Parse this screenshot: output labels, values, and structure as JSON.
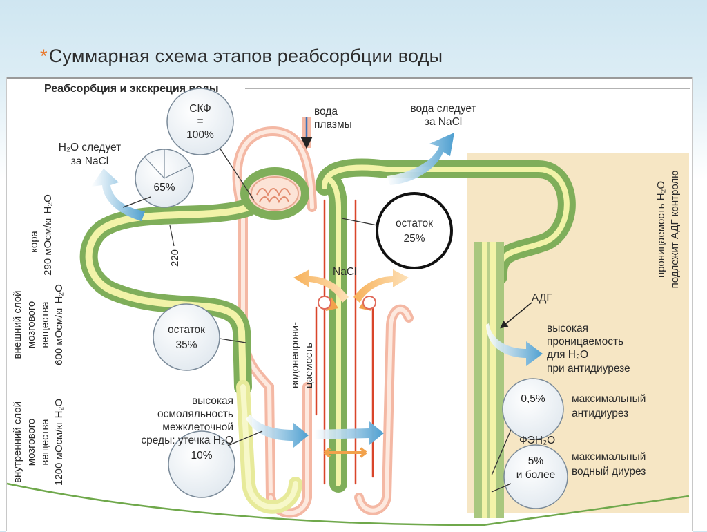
{
  "slide": {
    "bullet": "*",
    "title": "Суммарная схема этапов реабсорбции воды"
  },
  "figure": {
    "heading": "Реабсорбция и экскреция воды",
    "skf": {
      "line1": "СКФ",
      "line2": "=",
      "line3": "100%"
    },
    "plasma_water": {
      "line1": "вода",
      "line2": "плазмы"
    },
    "water_follows_nacl_top": {
      "line1": "вода следует",
      "line2": "за NaCl"
    },
    "h2o_follows_nacl": {
      "line1": "H₂O следует",
      "line2": "за NaCl"
    },
    "proximal_pct": "65%",
    "remainder_25": {
      "line1": "остаток",
      "line2": "25%"
    },
    "remainder_35": {
      "line1": "остаток",
      "line2": "35%"
    },
    "cortex_osm": "220",
    "nacl": "NaCl",
    "water_impermeability": {
      "line1": "водонепрони-",
      "line2": "цаемость"
    },
    "high_osmolarity": {
      "line1": "высокая",
      "line2": "осмоляльность",
      "line3": "межклеточной",
      "line4": "среды: утечка H₂O"
    },
    "descending_pct": "10%",
    "adh": "АДГ",
    "high_permeability": {
      "line1": "высокая",
      "line2": "проницаемость",
      "line3": "для H₂O",
      "line4": "при антидиурезе"
    },
    "antidiuresis_pct": "0,5%",
    "max_antidiuresis": {
      "line1": "максимальный",
      "line2": "антидиурез"
    },
    "fe_h2o": "ФЭH₂O",
    "diuresis_pct": {
      "line1": "5%",
      "line2": "и более"
    },
    "max_water_diuresis": {
      "line1": "максимальный",
      "line2": "водный диурез"
    },
    "zones": {
      "cortex": {
        "line1": "кора",
        "line2": "290 мОсм/кг H₂O"
      },
      "outer_medulla": {
        "line1": "внешний слой",
        "line2": "мозгового",
        "line3": "вещества",
        "line4": "600 мОсм/кг H₂O"
      },
      "inner_medulla": {
        "line1": "внутренний слой",
        "line2": "мозгового",
        "line3": "вещества",
        "line4": "1200 мОсм/кг H₂O"
      }
    },
    "collecting_duct_note": {
      "line1": "проницаемость H₂O",
      "line2": "подлежит АДГ контролю"
    }
  },
  "colors": {
    "tubule_green": "#8db86a",
    "tubule_dark": "#5f8f4e",
    "lumen_yellow": "#f2f3a8",
    "vessel_pink": "#f4b8a4",
    "vessel_red": "#d9452a",
    "collecting_bg": "#f6e6c4",
    "arrow_blue": "#5ea7d3",
    "arrow_orange": "#f2a24c",
    "title_bullet": "#e8792e"
  }
}
